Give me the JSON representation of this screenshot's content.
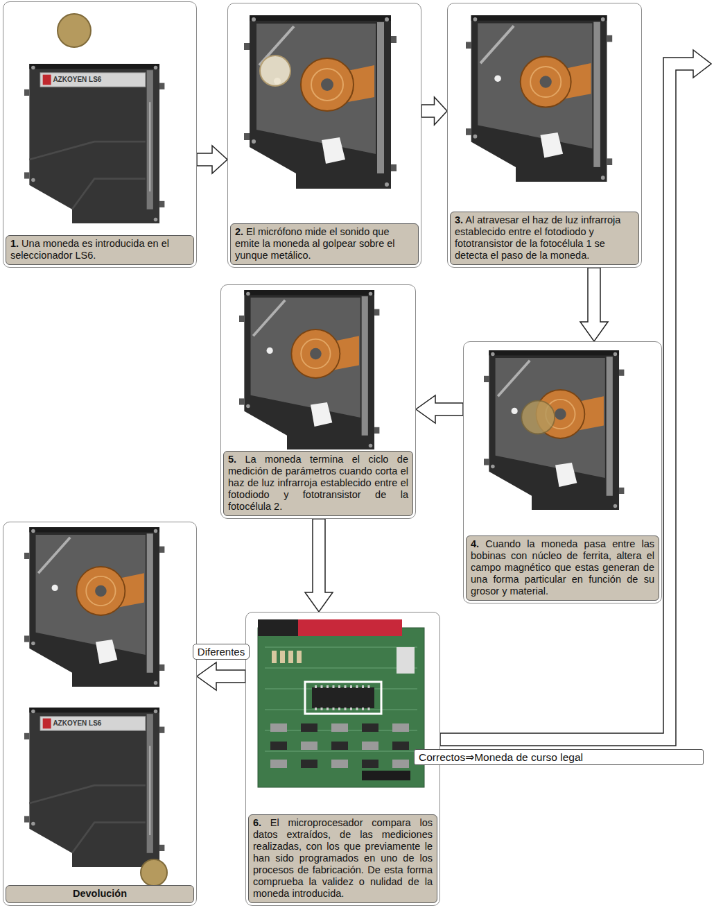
{
  "diagram": {
    "nodes": [
      {
        "text": [
          "1. Una moneda es introducida en el seleccionador LS6."
        ]
      },
      {
        "text": [
          "2. El micrófono mide el sonido que emite la moneda al golpear sobre el yunque metálico."
        ]
      },
      {
        "text": [
          "3. Al atravesar el haz de luz infrarroja establecido entre el fotodiodo y fototransistor de la fotocélula 1 se detecta el paso de la moneda."
        ]
      },
      {
        "text": [
          "4. Cuando la moneda pasa entre las bobinas con núcleo de ferrita, altera el campo magnético que estas generan de una forma particular en función de su grosor y material."
        ]
      },
      {
        "text": [
          "5. La moneda termina el ciclo de medición de parámetros cuando corta el haz de luz infrarroja establecido entre el fotodiodo y fototransistor de la fotocélula 2."
        ]
      },
      {
        "text": [
          "6. El microprocesador compara los datos extraídos, de las mediciones realizadas, con los que previamente le han sido programados en uno de los procesos de fabricación. De esta forma comprueba la validez o nulidad de la moneda introducida."
        ]
      },
      {
        "text": [
          "Devolución"
        ]
      }
    ],
    "edges": [
      {
        "from": 0,
        "to": 1,
        "arrow": "to"
      },
      {
        "from": 1,
        "to": 2,
        "arrow": "to"
      },
      {
        "from": 2,
        "to": 3,
        "arrow": "to"
      },
      {
        "from": 3,
        "to": 4,
        "arrow": "to"
      },
      {
        "from": 4,
        "to": 5,
        "arrow": "to"
      },
      {
        "from": 5,
        "to": 6,
        "label": "Diferentes",
        "arrow": "to"
      }
    ],
    "labels": [
      "AZKOYEN LS6",
      "AZKOYEN LS6",
      "Correctos⇒Moneda de curso legal"
    ]
  }
}
